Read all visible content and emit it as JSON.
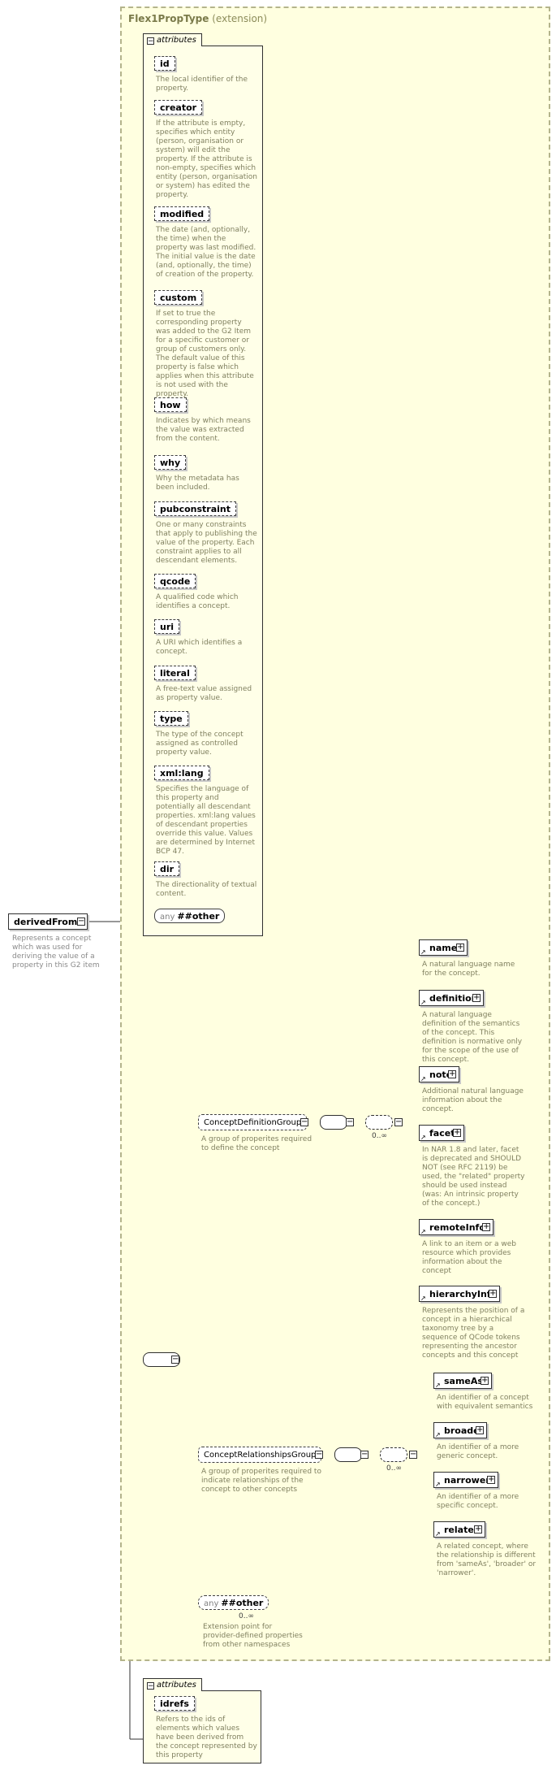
{
  "type_box": {
    "title": "Flex1PropType",
    "subtitle": "(extension)"
  },
  "attributes_tab": "attributes",
  "attributes": [
    {
      "name": "id",
      "doc": "The local identifier of the property."
    },
    {
      "name": "creator",
      "doc": "If the attribute is empty, specifies which entity (person, organisation or system) will edit the property. If the attribute is non-empty, specifies which entity (person, organisation or system) has edited the property."
    },
    {
      "name": "modified",
      "doc": "The date (and, optionally, the time) when the property was last modified. The initial value is the date (and, optionally, the time) of creation of the property."
    },
    {
      "name": "custom",
      "doc": "If set to true the corresponding property was added to the G2 Item for a specific customer or group of customers only. The default value of this property is false which applies when this attribute is not used with the property."
    },
    {
      "name": "how",
      "doc": "Indicates by which means the value was extracted from the content."
    },
    {
      "name": "why",
      "doc": "Why the metadata has been included."
    },
    {
      "name": "pubconstraint",
      "doc": "One or many constraints that apply to publishing the value of the property. Each constraint applies to all descendant elements."
    },
    {
      "name": "qcode",
      "doc": "A qualified code which identifies a concept."
    },
    {
      "name": "uri",
      "doc": "A URI which identifies a concept."
    },
    {
      "name": "literal",
      "doc": "A free-text value assigned as property value."
    },
    {
      "name": "type",
      "doc": "The type of the concept assigned as controlled property value."
    },
    {
      "name": "xml:lang",
      "doc": "Specifies the language of this property and potentially all descendant properties. xml:lang values of descendant properties override this value. Values are determined by Internet BCP 47."
    },
    {
      "name": "dir",
      "doc": "The directionality of textual content."
    }
  ],
  "any_other": {
    "any": "any",
    "ns": "##other"
  },
  "root": {
    "name": "derivedFrom",
    "doc": "Represents a concept which was used for deriving the value of a property in this G2 item"
  },
  "concept_definition_group": {
    "name": "ConceptDefinitionGroup",
    "doc": "A group of properites required to define the concept",
    "multiplicity": "0..∞",
    "elements": [
      {
        "name": "name",
        "doc": "A natural language name for the concept."
      },
      {
        "name": "definition",
        "doc": "A natural language definition of the semantics of the concept. This definition is normative only for the scope of the use of this concept."
      },
      {
        "name": "note",
        "doc": "Additional natural language information about the concept."
      },
      {
        "name": "facet",
        "doc": "In NAR 1.8 and later, facet is deprecated and SHOULD NOT (see RFC 2119) be used, the \"related\" property should be used instead (was: An intrinsic property of the concept.)"
      },
      {
        "name": "remoteInfo",
        "doc": "A link to an item or a web resource which provides information about the concept"
      },
      {
        "name": "hierarchyInfo",
        "doc": "Represents the position of a concept in a hierarchical taxonomy tree by a sequence of QCode tokens representing the ancestor concepts and this concept"
      }
    ]
  },
  "concept_relationships_group": {
    "name": "ConceptRelationshipsGroup",
    "doc": "A group of properites required to indicate relationships of the concept to other concepts",
    "multiplicity": "0..∞",
    "elements": [
      {
        "name": "sameAs",
        "doc": "An identifier of a concept with equivalent semantics"
      },
      {
        "name": "broader",
        "doc": "An identifier of a more generic concept."
      },
      {
        "name": "narrower",
        "doc": "An identifier of a more specific concept."
      },
      {
        "name": "related",
        "doc": "A related concept, where the relationship is different from 'sameAs', 'broader' or 'narrower'."
      }
    ]
  },
  "extension_point": {
    "any": "any",
    "ns": "##other",
    "multiplicity": "0..∞",
    "doc": "Extension point for provider-defined properties from other namespaces"
  },
  "bottom_attributes_tab": "attributes",
  "bottom_attribute": {
    "name": "idrefs",
    "doc": "Refers to the ids of elements which values have been derived from the concept represented by this property"
  }
}
